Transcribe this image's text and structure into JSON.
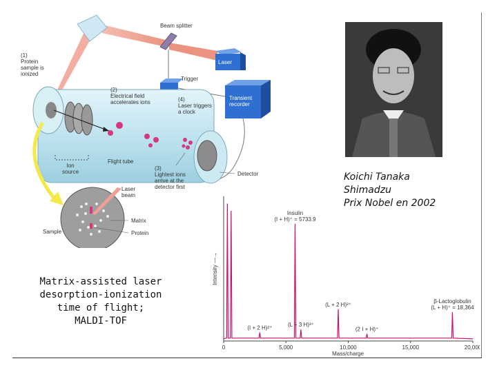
{
  "diagram": {
    "labels": {
      "beam_splitter": "Beam splitter",
      "laser": "Laser",
      "trigger": "Trigger",
      "step1": "(1)\nProtein\nsample is\nionized",
      "step2": "(2)\nElectrical field\naccelerates ions",
      "step4": "(4)\nLaser triggers\na clock",
      "transient": "Transient\nrecorder",
      "ion_source": "Ion\nsource",
      "flight_tube": "Flight tube",
      "step3": "(3)\nLightest ions\narrive at the\ndetector first",
      "detector": "Detector",
      "laser_beam": "Laser\nbeam",
      "sample": "Sample",
      "matrix": "Matrix",
      "protein": "Protein"
    },
    "colors": {
      "tube": "#bfe3ef",
      "laser": "#e8806a",
      "ion": "#d6387e",
      "recorder": "#2f6fd1",
      "arrow": "#f5e94a"
    }
  },
  "portrait": {
    "name": "Koichi Tanaka",
    "company": "Shimadzu",
    "award": "Prix Nobel en 2002",
    "icon": "portrait-photo"
  },
  "caption": {
    "lines": [
      "Matrix-assisted laser",
      "desorption-ionization",
      "time of flight;",
      "MALDI-TOF"
    ]
  },
  "chart_data": {
    "type": "line",
    "xlabel": "Mass/charge",
    "ylabel": "Intensity —→",
    "xlim": [
      0,
      20000
    ],
    "x_ticks": [
      "0",
      "5,000",
      "10,000",
      "15,000",
      "20,000"
    ],
    "series_color": "#c8106e",
    "peaks": [
      {
        "x": 300,
        "y": 0.95,
        "label": ""
      },
      {
        "x": 600,
        "y": 0.9,
        "label": ""
      },
      {
        "x": 2900,
        "y": 0.06,
        "label": "(I + 2 H)²⁺"
      },
      {
        "x": 5733.9,
        "y": 0.81,
        "label": "Insulin\n(I + H)⁺ = 5733.9"
      },
      {
        "x": 6200,
        "y": 0.08,
        "label": "(L + 3 H)³⁺"
      },
      {
        "x": 9200,
        "y": 0.22,
        "label": "(L + 2 H)²⁺"
      },
      {
        "x": 11500,
        "y": 0.05,
        "label": "(2 I + H)⁺"
      },
      {
        "x": 18364,
        "y": 0.2,
        "label": "β-Lactoglobulin\n(L + H)⁺ = 18,364"
      }
    ]
  }
}
